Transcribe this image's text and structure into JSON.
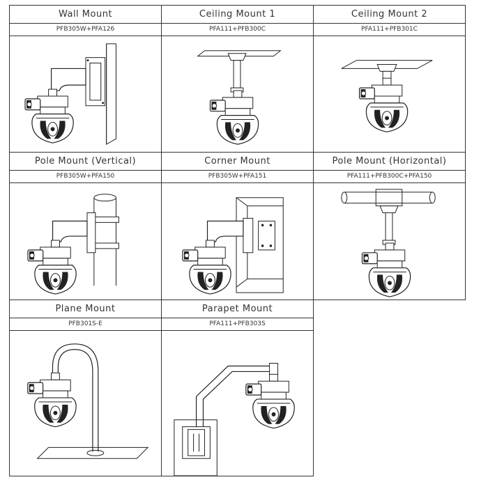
{
  "mounts": [
    {
      "title": "Wall Mount",
      "model": "PFB305W+PFA126",
      "illustration": "wall-mount"
    },
    {
      "title": "Ceiling Mount 1",
      "model": "PFA111+PFB300C",
      "illustration": "ceiling-mount-1"
    },
    {
      "title": "Ceiling Mount 2",
      "model": "PFA111+PFB301C",
      "illustration": "ceiling-mount-2"
    },
    {
      "title": "Pole Mount (Vertical)",
      "model": "PFB305W+PFA150",
      "illustration": "pole-mount-vertical"
    },
    {
      "title": "Corner Mount",
      "model": "PFB305W+PFA151",
      "illustration": "corner-mount"
    },
    {
      "title": "Pole Mount (Horizontal)",
      "model": "PFA111+PFB300C+PFA150",
      "illustration": "pole-mount-horizontal"
    },
    {
      "title": "Plane Mount",
      "model": "PFB301S-E",
      "illustration": "plane-mount"
    },
    {
      "title": "Parapet Mount",
      "model": "PFA111+PFB303S",
      "illustration": "parapet-mount"
    }
  ]
}
